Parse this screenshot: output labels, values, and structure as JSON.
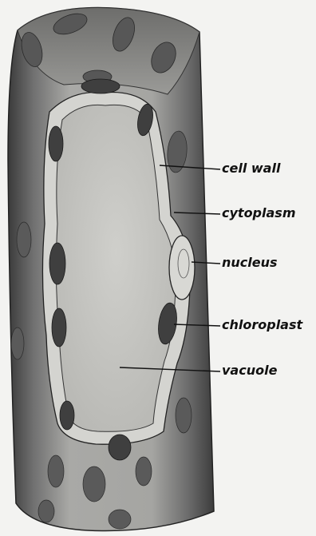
{
  "labels": {
    "cell_wall": "cell wall",
    "cytoplasm": "cytoplasm",
    "nucleus": "nucleus",
    "chloroplast": "chloroplast",
    "vacuole": "vacuole"
  },
  "colors": {
    "background": "#f3f3f1",
    "ink": "#111111",
    "wall_dark": "#4a4a4a",
    "wall_mid": "#8e8e8e",
    "cytoplasm_fill": "#d8d8d4",
    "vacuole_fill": "#c7c7c3",
    "chloroplast_fill": "#5e5e5e"
  }
}
